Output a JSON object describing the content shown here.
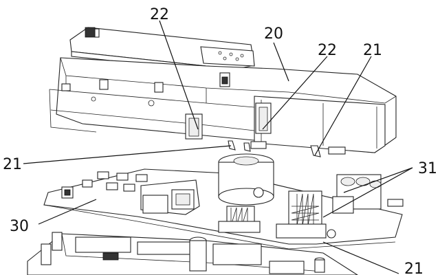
{
  "labels": {
    "l22a": "22",
    "l20": "20",
    "l22b": "22",
    "l21a": "21",
    "l21b": "21",
    "l31": "31",
    "l30": "30",
    "l21c": "21"
  }
}
